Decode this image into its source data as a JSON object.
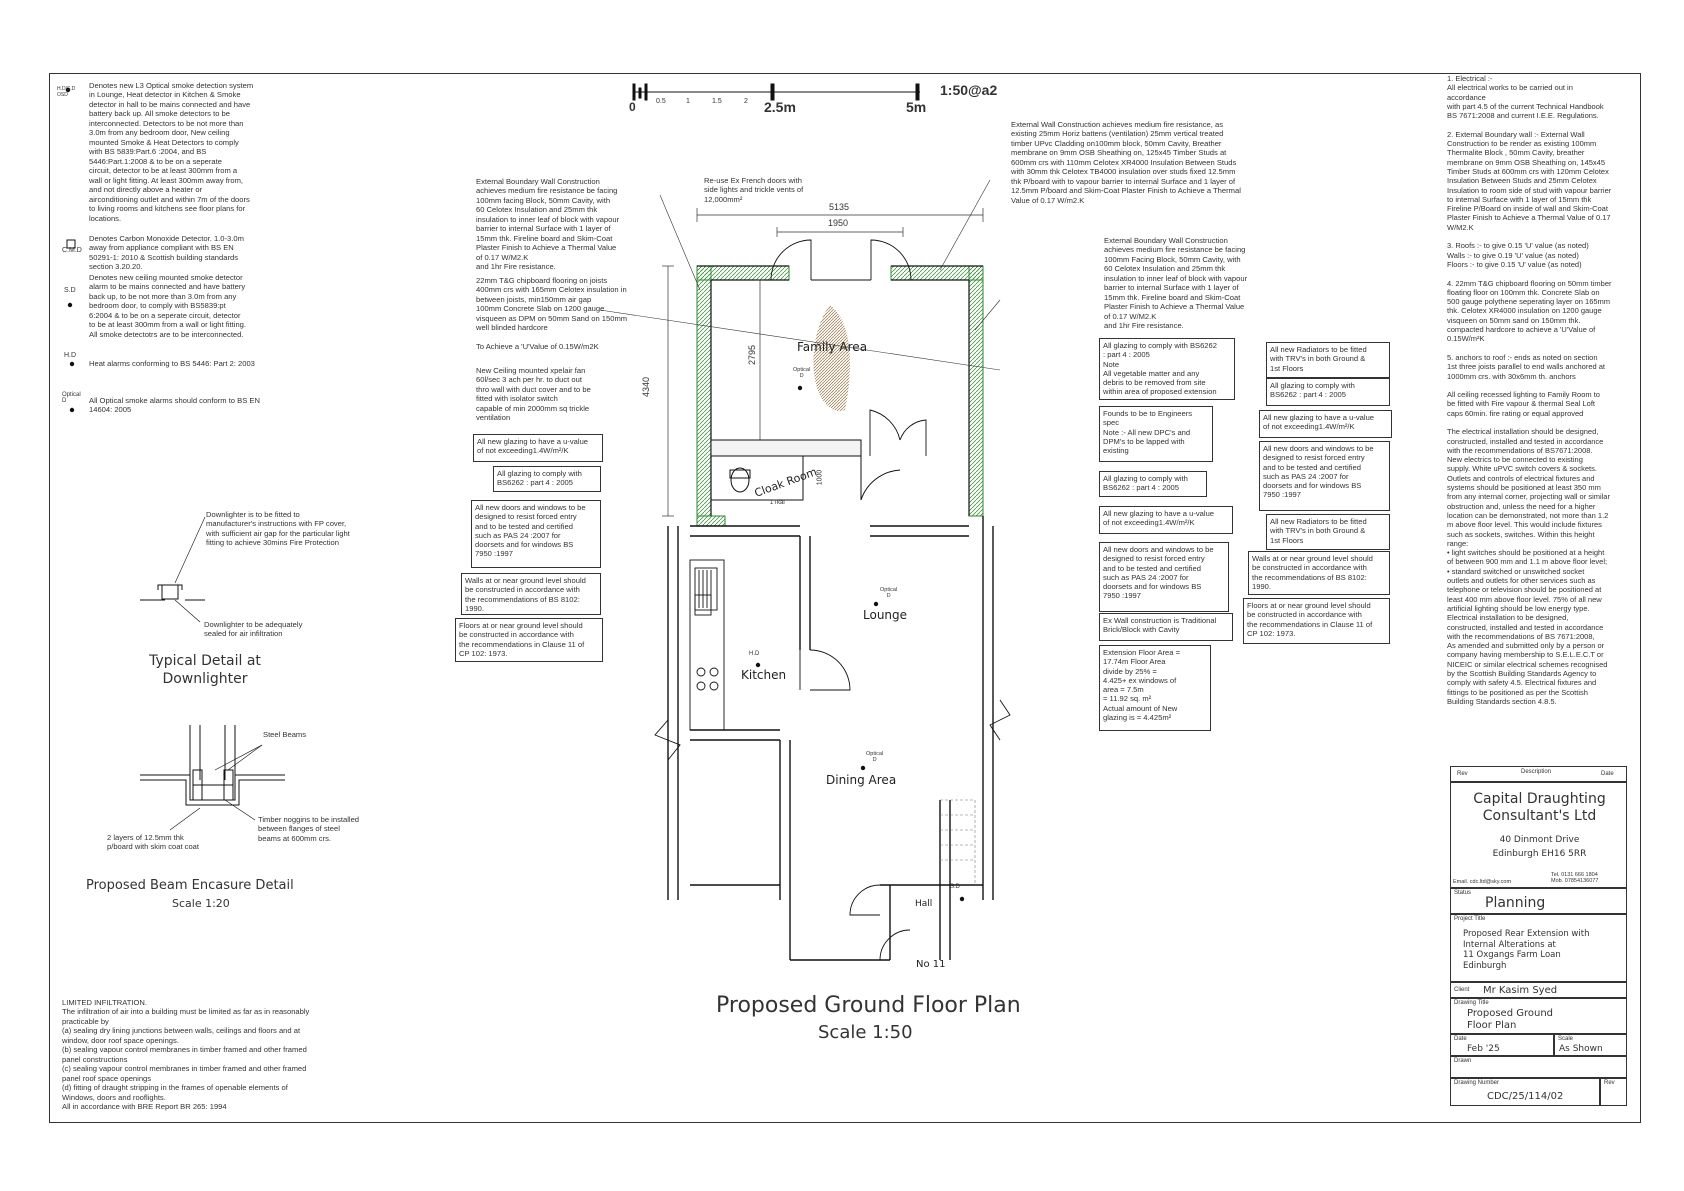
{
  "scale_bar": {
    "ticks": [
      "0",
      "0.5",
      "1",
      "1.5",
      "2",
      "2.5m",
      "5m"
    ],
    "label": "1:50@a2"
  },
  "legend": [
    {
      "symbol": "H.D/S.D\nOSD",
      "text": "Denotes new L3 Optical smoke detection system\nin Lounge, Heat detector in Kitchen & Smoke\ndetector in hall to be mains connected and have\nbattery back up. All smoke detectors to be\ninterconnected. Detectors to be not more than\n3.0m from any bedroom door, New ceiling\nmounted Smoke & Heat Detectors to comply\nwith BS 5839:Part.6 :2004, and BS\n5446:Part.1:2008 & to be on a seperate\ncircuit, detector to be at least 300mm from a\nwall or light fitting. At least 300mm away from,\nand not directly above a heater or\nairconditioning outlet and within 7m of the doors\nto living rooms and kitchens see floor plans for\nlocations."
    },
    {
      "symbol": "C.M.D",
      "text": "Denotes Carbon Monoxide Detector. 1.0-3.0m\naway from appliance compliant with BS EN\n50291-1: 2010 & Scottish building standards\nsection 3.20.20."
    },
    {
      "symbol": "S.D",
      "text": "Denotes new ceiling mounted smoke detector\nalarm to be mains connected and have battery\nback up, to be not more than 3.0m from any\nbedroom door, to comply with BS5839:pt\n6:2004 & to be on a seperate circuit, detector\nto be at least 300mm from a wall or light fitting.\nAll smoke detectotrs are to be interconnected."
    },
    {
      "symbol": "H.D",
      "text": "Heat alarms conforming to BS 5446: Part 2: 2003"
    },
    {
      "symbol": "Optical\nD",
      "text": "All Optical smoke alarms should conform to BS EN\n14604: 2005"
    }
  ],
  "downlighter": {
    "note1": "Downlighter is to be fitted to\nmanufacturer's instructions with FP cover,\nwith sufficient air gap for the particular light\nfitting to achieve 30mins Fire Protection",
    "note2": "Downlighter to be adequately\nsealed for air infiltration",
    "title": "Typical Detail at\nDownlighter"
  },
  "beam": {
    "steel": "Steel Beams",
    "noggins": "Timber noggins to be installed\nbetween flanges of steel\nbeams at 600mm crs.",
    "layers": "2 layers of 12.5mm thk\np/board with skim coat coat",
    "title": "Proposed Beam Encasure Detail",
    "scale": "Scale 1:20"
  },
  "infiltration": "LIMITED INFILTRATION.\nThe infiltration of air into a building must be limited as far as in reasonably\npracticable by\n(a) sealing dry lining junctions between walls, ceilings and floors and at\nwindow, door roof space openings.\n(b) sealing vapour control membranes in timber framed and other framed\npanel constructions\n(c) sealing vapour control membranes in timber framed and other framed\npanel roof space openings\n(d) fitting of draught stripping in the frames of openable elements of\nWindows, doors and rooflights.\nAll in accordance with BRE Report BR 265: 1994",
  "plan_notes": {
    "boundary_left": "External Boundary Wall Construction\nachieves medium fire resistance be facing\n100mm facing Block, 50mm Cavity, with\n60 Celotex Insulation and 25mm thk\ninsulation to inner leaf of block with vapour\nbarrier to internal Surface with 1 layer of\n15mm thk. Fireline board and Skim-Coat\nPlaster Finish to Achieve a Thermal Value\nof 0.17 W/M2.K\nand 1hr Fire resistance.",
    "flooring": "22mm T&G chipboard flooring on joists\n400mm crs with 165mm Celotex insulation in\nbetween joists, min150mm air gap\n100mm Concrete Slab on 1200 gauge\nvisqueen as DPM on 50mm Sand on 150mm\nwell blinded hardcore\n\nTo Achieve a 'U'Value of 0.15W/m2K",
    "fan": "New Ceiling mounted xpelair fan\n60l/sec 3 ach per hr. to duct out\nthro wall with duct cover and to be\nfitted with isolator switch\ncapable of min 2000mm sq trickle\nventilation",
    "french": "Re-use Ex French doors with\nside lights and trickle vents of\n12,000mm²",
    "ext_wall": "External Wall Construction achieves medium fire resistance, as\nexisting 25mm Horiz battens (ventilation) 25mm vertical treated\ntimber UPvc Cladding on100mm block, 50mm Cavity, Breather\nmembrane on 9mm OSB Sheathing on, 125x45 Timber Studs at\n600mm crs with 110mm Celotex XR4000 Insulation Between Studs\nwith 30mm thk Celotex TB4000 insulation over studs fixed 12.5mm\nthk P/board with to vapour barrier to internal Surface and 1 layer of\n12.5mm P/board and Skim-Coat Plaster Finish to Achieve a Thermal\nValue of 0.17 W/m2.K",
    "boundary_right": "External Boundary Wall Construction\nachieves medium fire resistance be facing\n100mm Facing Block, 50mm Cavity, with\n60 Celotex Insulation and 25mm thk\ninsulation to inner leaf of block with vapour\nbarrier to internal Surface with 1 layer of\n15mm thk. Fireline board and Skim-Coat\nPlaster Finish to Achieve a Thermal Value\nof 0.17 W/M2.K\nand 1hr Fire resistance."
  },
  "boxes_left": [
    "All new glazing to have a u-value\nof not exceeding1.4W/m²/K",
    "All glazing to comply with\nBS6262 : part 4 : 2005",
    "All new doors and windows to be\ndesigned to resist forced entry\nand to be tested and certified\nsuch as PAS 24 :2007 for\ndoorsets and for windows BS\n7950 :1997",
    "Walls at or near ground level should\nbe constructed in accordance with\nthe recommendations of BS 8102:\n1990.",
    "Floors at or near ground level should\nbe constructed in accordance with\nthe recommendations in Clause 11 of\nCP 102: 1973."
  ],
  "boxes_mid": [
    "All glazing to comply with BS6262\n: part 4 : 2005\nNote\nAll vegetable matter and any\ndebris to be removed from site\nwithin area of proposed extension",
    "Founds to be to Engineers\nspec\nNote :- All new DPC's and\nDPM's to be lapped with\nexisting",
    "All glazing to comply with\nBS6262 : part 4 : 2005",
    "All new glazing to have a u-value\nof not exceeding1.4W/m²/K",
    "All new doors and windows to be\ndesigned to resist forced entry\nand to be tested and certified\nsuch as PAS 24 :2007 for\ndoorsets and for windows BS\n7950 :1997",
    "Ex Wall construction is Traditional\nBrick/Block with Cavity",
    "Extension Floor Area =\n17.74m   Floor Area\ndivide by 25% =\n4.425+ ex windows of\narea = 7.5m\n=    11.92 sq. m²\nActual amount of  New\nglazing is = 4.425m²"
  ],
  "boxes_right": [
    "All new Radiators to be fitted\nwith TRV's in both Ground &\n1st Floors",
    "All glazing to comply with\nBS6262 : part 4 : 2005",
    "All new glazing to have a u-value\nof not exceeding1.4W/m²/K",
    "All new doors and windows to be\ndesigned to resist forced entry\nand to be tested and certified\nsuch as PAS 24 :2007 for\ndoorsets and for windows BS\n7950 :1997",
    "All new Radiators to be fitted\nwith TRV's in both Ground &\n1st Floors",
    "Walls at or near ground level should\nbe constructed in accordance with\nthe recommendations of BS 8102:\n1990.",
    "Floors at or near ground level should\nbe constructed in accordance with\nthe recommendations in Clause 11 of\nCP 102: 1973."
  ],
  "spec": "1. Electrical :-\nAll electrical works to be carried out in\naccordance\nwith part 4.5 of the current  Technical Handbook\nBS 7671:2008 and current  I.E.E. Regulations.\n\n2. External Boundary wall :- External Wall\nConstruction to be  render as existing 100mm\nThermalite Block , 50mm Cavity, breather\nmembrane on 9mm OSB Sheathing on, 145x45\nTimber Studs at 600mm crs with 120mm Celotex\nInsulation Between Studs and 25mm Celotex\nInsulation to room side of stud with vapour barrier\nto internal Surface with 1 layer of 15mm thk\nFireline P/Board on inside of wall and Skim-Coat\nPlaster Finish to Achieve a Thermal Value of 0.17\nW/M2.K\n\n3. Roofs :- to give 0.15 'U' value (as noted)\nWalls :- to give 0.19 'U' value (as noted)\nFloors :- to give 0.15 'U' value (as noted)\n\n4. 22mm T&G chipboard flooring on 50mm timber\nfloating floor on 100mm thk. Concrete Slab on\n500 gauge polythene seperating layer on 165mm\nthk. Celotex XR4000 insulation on 1200 gauge\nvisqueen on 50mm sand on 150mm thk.\ncompacted hardcore to achieve a 'U'Value of\n0.15W/m²K\n\n5. anchors to roof :- ends as noted on section\n1st three joists parallel to end walls anchored at\n1000mm crs. with 30x6mm th. anchors\n\nAll ceiling recessed lighting to Family Room to\nbe fitted with Fire vapour & thermal Seal Loft\ncaps 60min. fire rating or equal approved\n\nThe electrical installation should be designed,\nconstructed, installed and tested in accordance\nwith the recommendations of BS7671:2008.\nNew electrics to be connected to existing\nsupply. White uPVC switch covers & sockets.\nOutlets and controls of electrical fixtures and\nsystems should be positioned at least 350 mm\nfrom any internal corner, projecting wall or similar\nobstruction and, unless the need for a higher\nlocation can be demonstrated, not more than 1.2\nm above floor level. This would include fixtures\nsuch as sockets, switches. Within this height\nrange:\n• light switches should be positioned at a height\nof between 900 mm and 1.1 m above floor level;\n• standard switched or unswitched socket\noutlets and outlets for other services such as\ntelephone or television should be positioned at\nleast 400 mm above floor level. 75% of all new\nartificial lighting should be low energy type.\nElectrical installation to be designed,\nconstructed, installed and tested in accordance\nwith the recommendations of BS 7671:2008,\nAs amended and submitted only by a person or\ncompany having membership to S.E.L.E.C.T or\nNICEIC or similar electrical schemes recognised\nby the Scottish Building Standards Agency to\ncomply with safety 4.5. Electrical fixtures and\nfittings to be positioned as per the Scottish\nBuilding Standards section 4.8.5.",
  "rooms": {
    "family": "Family Area",
    "cloak": "Cloak Room",
    "lounge": "Lounge",
    "kitchen": "Kitchen",
    "dining": "Dining Area",
    "hall": "Hall",
    "no": "No 11",
    "optical": "Optical\nD",
    "hd": "H.D",
    "sd": "S.D"
  },
  "dims": {
    "d5135": "5135",
    "d1950": "1950",
    "d2795": "2795",
    "d4340": "4340",
    "d1000": "1000",
    "d1tkal": "1Tkal"
  },
  "main_title": "Proposed Ground Floor Plan",
  "main_scale": "Scale 1:50",
  "title_block": {
    "rev": "Rev",
    "description": "Description",
    "date": "Date",
    "company": "Capital Draughting\nConsultant's Ltd",
    "address": "40 Dinmont Drive\nEdinburgh EH16 5RR",
    "email": "Email. cdc.ltd@sky.com",
    "tel": "Tel. 0131 666 1804\nMob. 07854136077",
    "status_cap": "Status",
    "status": "Planning",
    "project_cap": "Project Title",
    "project": "Proposed Rear Extension  with\nInternal Alterations at\n11 Oxgangs Farm Loan\nEdinburgh",
    "client_cap": "Client",
    "client": "Mr Kasim Syed",
    "drawing_cap": "Drawing Title",
    "drawing": "Proposed Ground\nFloor Plan",
    "date_cap": "Date",
    "date_val": "Feb '25",
    "scale_cap": "Scale",
    "scale_val": "As Shown",
    "drawn_cap": "Drawn",
    "number_cap": "Drawing Number",
    "number": "CDC/25/114/02",
    "rev_cap": "Rev"
  }
}
